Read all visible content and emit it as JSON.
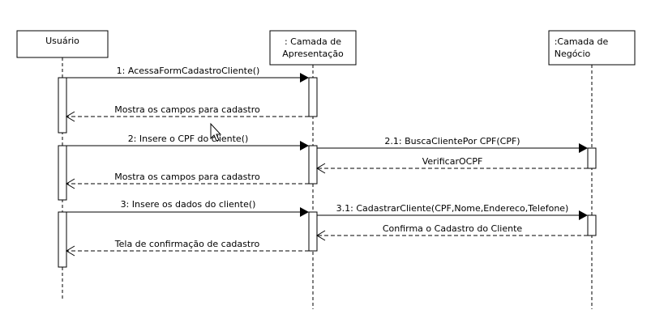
{
  "lifelines": [
    {
      "id": "usuario",
      "lines": [
        "Usuário"
      ]
    },
    {
      "id": "apresentacao",
      "lines": [
        ": Camada de",
        "Apresentação"
      ]
    },
    {
      "id": "negocio",
      "lines": [
        ":Camada de",
        "Negócio"
      ]
    }
  ],
  "messages": [
    {
      "id": "m1",
      "label": "1: AcessaFormCadastroCliente()",
      "from": "usuario",
      "to": "apresentacao",
      "kind": "call"
    },
    {
      "id": "m1r",
      "label": "Mostra os campos para cadastro",
      "from": "apresentacao",
      "to": "usuario",
      "kind": "return"
    },
    {
      "id": "m2",
      "label": "2: Insere o CPF do cliente()",
      "from": "usuario",
      "to": "apresentacao",
      "kind": "call"
    },
    {
      "id": "m21",
      "label": "2.1: BuscaClientePor CPF(CPF)",
      "from": "apresentacao",
      "to": "negocio",
      "kind": "call"
    },
    {
      "id": "m21r",
      "label": "VerificarOCPF",
      "from": "negocio",
      "to": "apresentacao",
      "kind": "return"
    },
    {
      "id": "m2r",
      "label": "Mostra os campos para cadastro",
      "from": "apresentacao",
      "to": "usuario",
      "kind": "return"
    },
    {
      "id": "m3",
      "label": "3: Insere os dados do cliente()",
      "from": "usuario",
      "to": "apresentacao",
      "kind": "call"
    },
    {
      "id": "m31",
      "label": "3.1: CadastrarCliente(CPF,Nome,Endereco,Telefone)",
      "from": "apresentacao",
      "to": "negocio",
      "kind": "call"
    },
    {
      "id": "m31r",
      "label": "Confirma o Cadastro do Cliente",
      "from": "negocio",
      "to": "apresentacao",
      "kind": "return"
    },
    {
      "id": "m3r",
      "label": "Tela de confirmação de cadastro",
      "from": "apresentacao",
      "to": "usuario",
      "kind": "return"
    }
  ]
}
